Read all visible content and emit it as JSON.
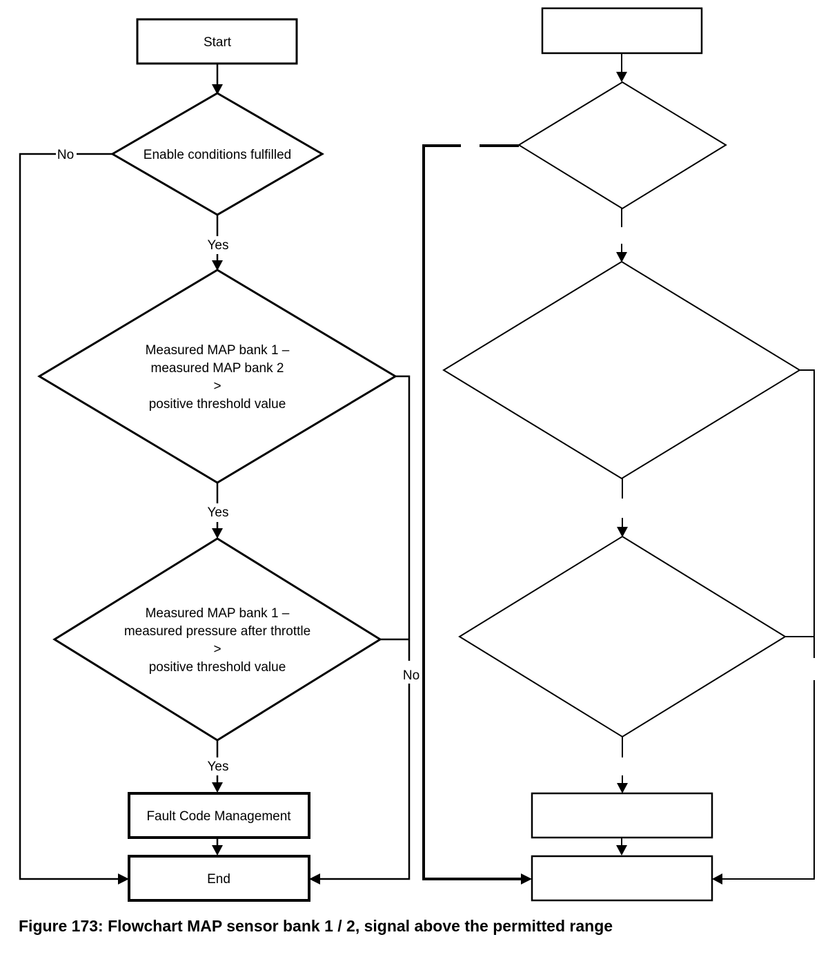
{
  "caption": "Figure 173: Flowchart MAP sensor bank 1 / 2, signal above the permitted range",
  "colors": {
    "line": "#000000",
    "text": "#000000",
    "background": "#ffffff"
  },
  "left_chart": {
    "start_label": "Start",
    "decision_enable": "Enable conditions fulfilled",
    "decision_map_banks": [
      "Measured MAP bank 1 –",
      "measured MAP bank 2",
      ">",
      "positive threshold value"
    ],
    "decision_map_throttle": [
      "Measured MAP bank 1 –",
      "measured pressure after throttle",
      ">",
      "positive threshold value"
    ],
    "fault_label": "Fault Code Management",
    "end_label": "End",
    "no1": "No",
    "yes1": "Yes",
    "yes2": "Yes",
    "no2": "No",
    "yes3": "Yes"
  },
  "right_chart": {
    "start_label": "",
    "decision1_label": "",
    "decision2_label": "",
    "decision3_label": "",
    "fault_label": "",
    "end_label": ""
  }
}
